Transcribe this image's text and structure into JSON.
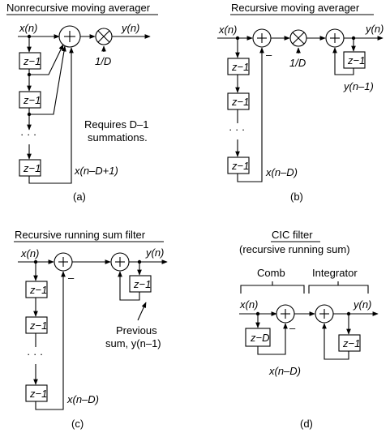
{
  "panels": {
    "a": {
      "title": "Nonrecursive moving averager",
      "input": "x(n)",
      "output": "y(n)",
      "gain": "1/D",
      "delay": "z−1",
      "note_line1": "Requires D–1",
      "note_line2": "summations.",
      "tap_label": "x(n–D+1)",
      "caption": "(a)"
    },
    "b": {
      "title": "Recursive moving averager",
      "input": "x(n)",
      "output": "y(n)",
      "gain": "1/D",
      "delay": "z−1",
      "feedback_label": "y(n–1)",
      "tap_label": "x(n–D)",
      "minus": "–",
      "caption": "(b)"
    },
    "c": {
      "title": "Recursive running sum filter",
      "input": "x(n)",
      "output": "y(n)",
      "delay": "z−1",
      "prev_line1": "Previous",
      "prev_line2": "sum, y(n–1)",
      "tap_label": "x(n–D)",
      "minus": "–",
      "caption": "(c)"
    },
    "d": {
      "title": "CIC filter",
      "subtitle": "(recursive running sum)",
      "comb_label": "Comb",
      "integrator_label": "Integrator",
      "input": "x(n)",
      "output": "y(n)",
      "comb_delay": "z−D",
      "delay": "z−1",
      "tap_label": "x(n–D)",
      "minus": "–",
      "caption": "(d)"
    }
  }
}
